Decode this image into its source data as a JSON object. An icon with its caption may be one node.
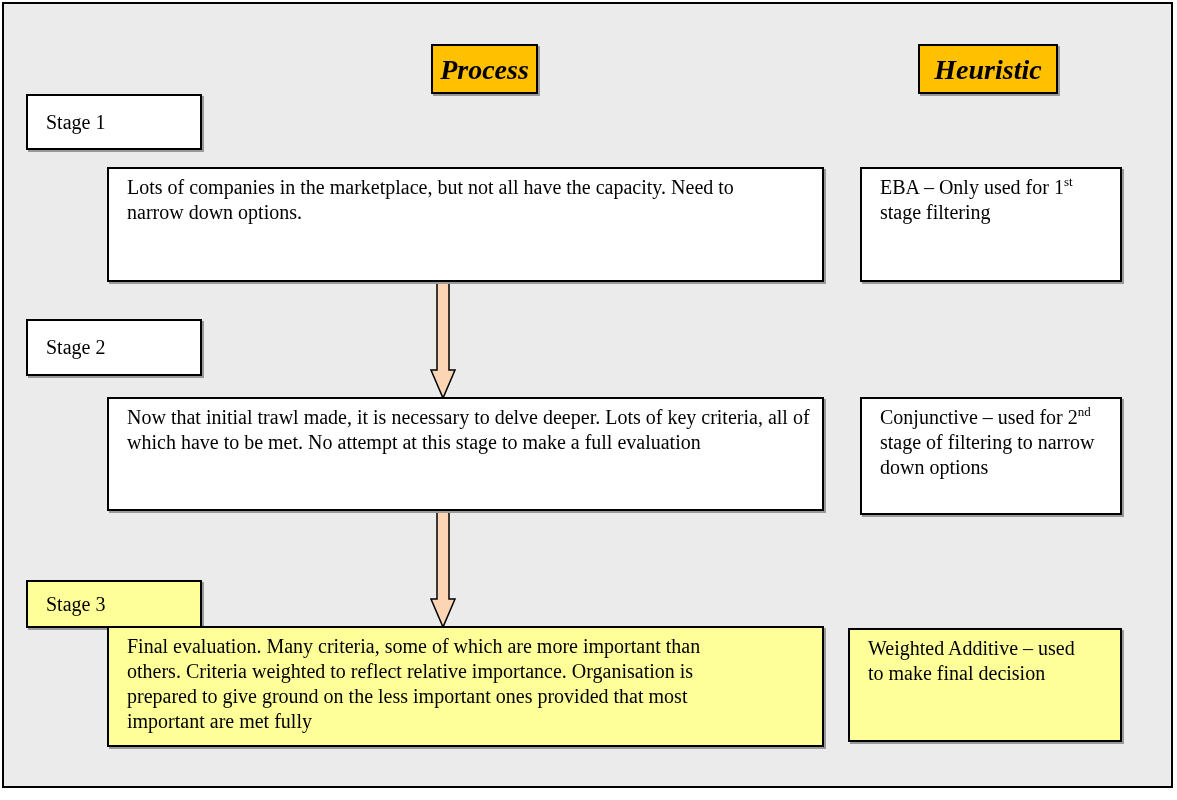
{
  "diagram": {
    "nodes": [
      {
        "text": [
          "Process"
        ]
      },
      {
        "text": [
          "Heuristic"
        ]
      },
      {
        "text": [
          "Stage 1"
        ]
      },
      {
        "text": [
          "Lots of companies in the marketplace, but not all have the capacity. Need to narrow down options."
        ]
      },
      {
        "text": [
          "EBA – Only used for 1$^{st}$ stage filtering"
        ]
      },
      {
        "text": [
          "Stage 2"
        ]
      },
      {
        "text": [
          "Now that initial trawl made, it is necessary to delve deeper. Lots of key criteria, all of which have to be met. No attempt at this stage to make a full evaluation"
        ]
      },
      {
        "text": [
          "Conjunctive – used for 2$^{nd}$ stage of filtering to narrow down options"
        ]
      },
      {
        "text": [
          "Stage 3"
        ]
      },
      {
        "text": [
          "Final evaluation. Many criteria, some of which are more important than others. Criteria weighted to reflect relative importance. Organisation is prepared to give ground on the less important ones provided that most important are met fully"
        ]
      },
      {
        "text": [
          "Weighted Additive – used to make final decision"
        ]
      }
    ],
    "edges": [
      {
        "from": 3,
        "to": 6,
        "arrow": "to",
        "color": "#fcd5b4"
      },
      {
        "from": 6,
        "to": 9,
        "arrow": "to",
        "color": "#fcd5b4"
      }
    ]
  }
}
